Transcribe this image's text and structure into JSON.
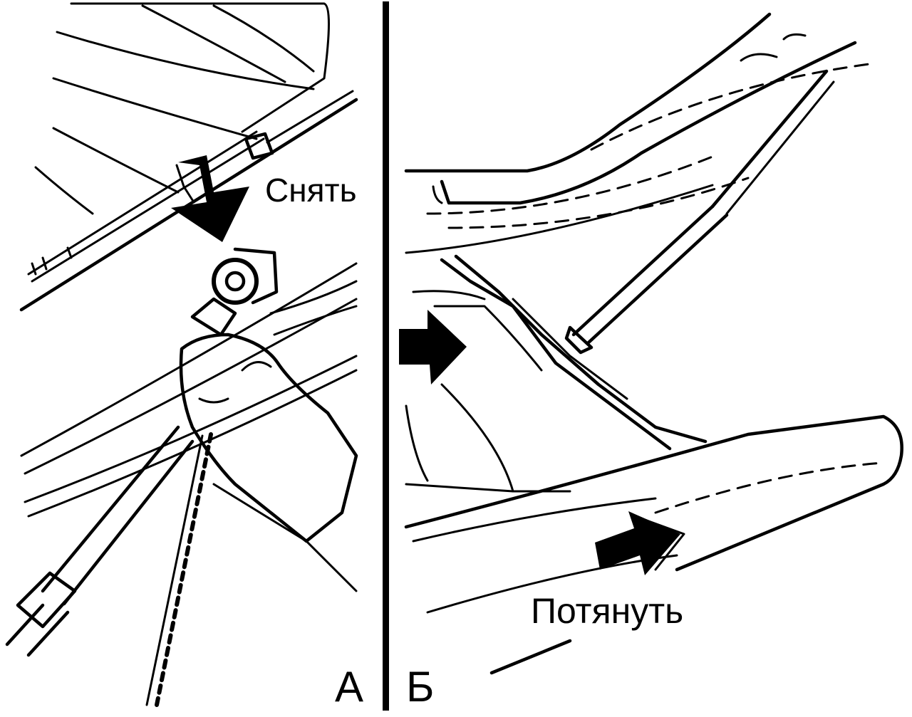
{
  "panels": {
    "left": {
      "letter": "А",
      "label": "Снять"
    },
    "right": {
      "letter": "Б",
      "label": "Потянуть"
    }
  },
  "colors": {
    "ink": "#000000",
    "paper": "#ffffff"
  },
  "icons": {
    "left_arrow": "arrow-down-right-icon",
    "right_arrow_top": "arrow-right-icon",
    "right_arrow_bottom": "arrow-right-icon"
  }
}
